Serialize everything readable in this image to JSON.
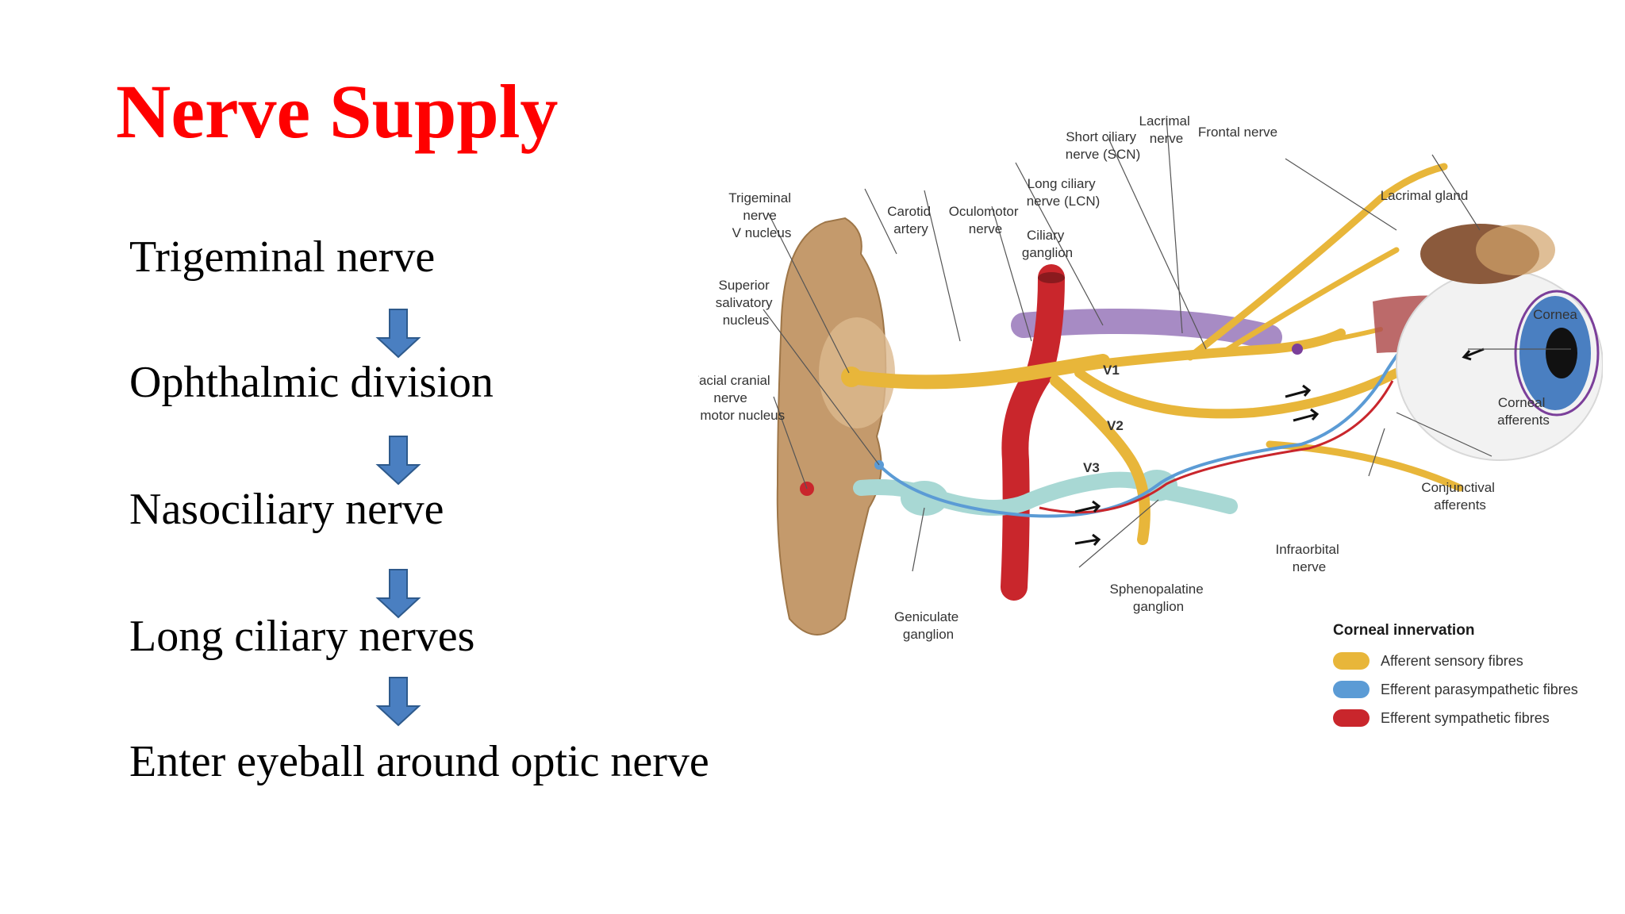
{
  "slide": {
    "title": "Nerve Supply",
    "title_color": "#ff0000",
    "steps": [
      "Trigeminal nerve",
      "Ophthalmic division",
      "Nasociliary nerve",
      "Long  ciliary nerves",
      "Enter eyeball around optic nerve"
    ],
    "arrow_icon": "down-arrow-icon",
    "arrow_color": "#4a7fc1"
  },
  "diagram": {
    "labels": {
      "trigeminal_1": "Trigeminal",
      "trigeminal_2": "nerve",
      "trigeminal_3": "V nucleus",
      "superior_1": "Superior",
      "superior_2": "salivatory",
      "superior_3": "nucleus",
      "facial_1": "Facial cranial",
      "facial_2": "nerve",
      "facial_3": "VII motor nucleus",
      "carotid_1": "Carotid",
      "carotid_2": "artery",
      "oculomotor_1": "Oculomotor",
      "oculomotor_2": "nerve",
      "long_ciliary_1": "Long ciliary",
      "long_ciliary_2": "nerve (LCN)",
      "ciliary_ganglion_1": "Ciliary",
      "ciliary_ganglion_2": "ganglion",
      "short_ciliary_1": "Short ciliary",
      "short_ciliary_2": "nerve (SCN)",
      "lacrimal_1": "Lacrimal",
      "lacrimal_2": "nerve",
      "frontal": "Frontal nerve",
      "lacrimal_gland": "Lacrimal gland",
      "cornea": "Cornea",
      "corneal_afferents_1": "Corneal",
      "corneal_afferents_2": "afferents",
      "conjunctival_1": "Conjunctival",
      "conjunctival_2": "afferents",
      "infraorbital_1": "Infraorbital",
      "infraorbital_2": "nerve",
      "sphenopalatine_1": "Sphenopalatine",
      "sphenopalatine_2": "ganglion",
      "geniculate_1": "Geniculate",
      "geniculate_2": "ganglion",
      "v1": "V1",
      "v2": "V2",
      "v3": "V3"
    },
    "legend": {
      "title": "Corneal innervation",
      "items": [
        {
          "label": "Afferent sensory fibres",
          "color": "#e8b63a"
        },
        {
          "label": "Efferent parasympathetic fibres",
          "color": "#5b9bd5"
        },
        {
          "label": "Efferent sympathetic fibres",
          "color": "#c9262c"
        }
      ]
    }
  }
}
